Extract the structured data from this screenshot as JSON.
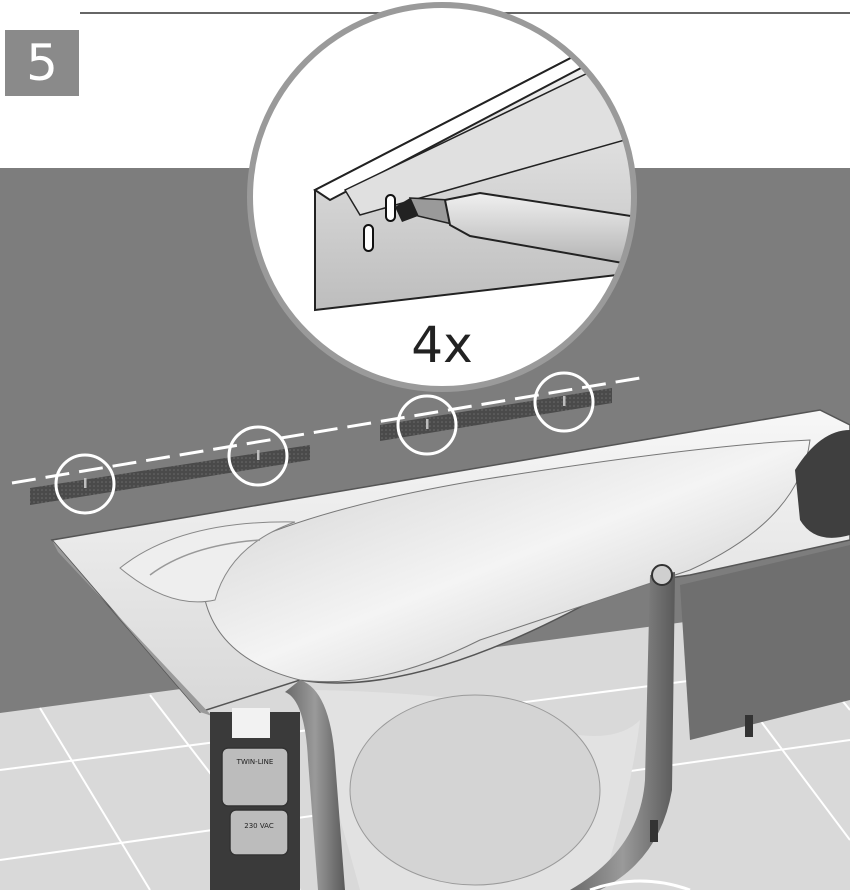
{
  "step": {
    "number": "5"
  },
  "callout": {
    "count": "4x"
  },
  "components": {
    "control_unit_label": "TWIN-LINE",
    "power_unit_label": "230 VAC"
  },
  "colors": {
    "wall": "#7d7d7d",
    "floor": "#d9d9d9",
    "tub": "#e6e6e6",
    "badge": "#8a8a8a",
    "mark_circles": "#ffffff"
  }
}
